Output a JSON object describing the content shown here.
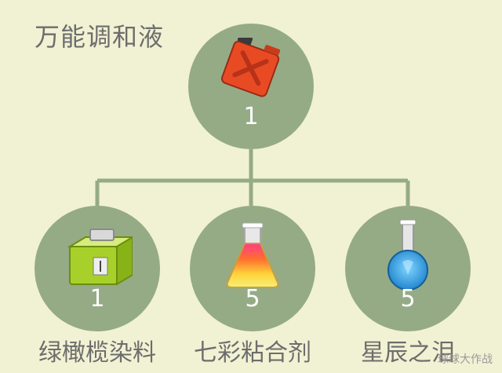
{
  "title": "万能调和液",
  "root": {
    "count": "1",
    "icon": "red-jerrycan-icon"
  },
  "children": [
    {
      "label": "绿橄榄染料",
      "count": "1",
      "icon": "green-box-icon"
    },
    {
      "label": "七彩粘合剂",
      "count": "5",
      "icon": "rainbow-flask-icon"
    },
    {
      "label": "星辰之泪",
      "count": "5",
      "icon": "blue-flask-icon"
    }
  ],
  "watermark": "球球大作战",
  "colors": {
    "background": "#f1f2d3",
    "node": "#95ab86",
    "line": "#95ab86"
  }
}
